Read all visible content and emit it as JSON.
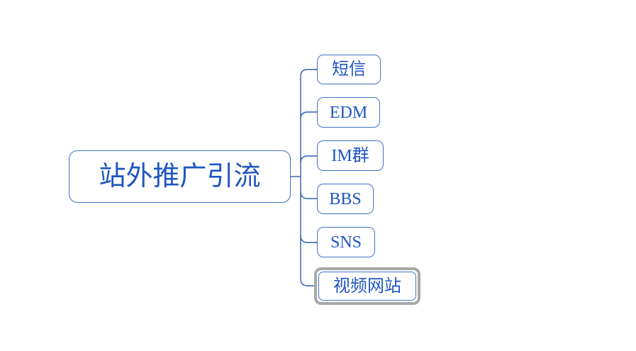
{
  "diagram": {
    "type": "mindmap",
    "root": {
      "label": "站外推广引流"
    },
    "children": [
      {
        "label": "短信",
        "selected": false
      },
      {
        "label": "EDM",
        "selected": false
      },
      {
        "label": "IM群",
        "selected": false
      },
      {
        "label": "BBS",
        "selected": false
      },
      {
        "label": "SNS",
        "selected": false
      },
      {
        "label": "视频网站",
        "selected": true
      }
    ],
    "colors": {
      "node_border": "#4472c4",
      "node_text": "#1e56c2",
      "connector": "#2e5fac",
      "selection": "#a8a8a8",
      "background": "#ffffff"
    }
  }
}
